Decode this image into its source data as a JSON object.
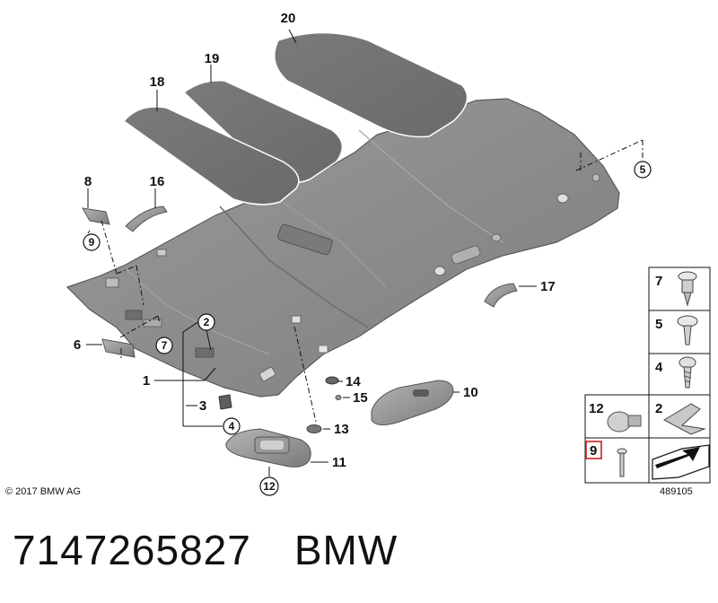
{
  "callouts": {
    "c20": "20",
    "c19": "19",
    "c18": "18",
    "c16": "16",
    "c8": "8",
    "c6": "6",
    "c1": "1",
    "c3": "3",
    "c14": "14",
    "c15": "15",
    "c13": "13",
    "c10": "10",
    "c11": "11",
    "c17": "17"
  },
  "circled": {
    "k9": "9",
    "k7": "7",
    "k2": "2",
    "k4": "4",
    "k12": "12",
    "k5": "5"
  },
  "legend": {
    "l7": "7",
    "l5": "5",
    "l4": "4",
    "l12": "12",
    "l2": "2",
    "l9": "9"
  },
  "legend_highlight_color": "#cc2222",
  "copyright": "© 2017 BMW AG",
  "drawing_number": "489105",
  "footer": {
    "part_number": "7147265827",
    "brand": "BMW"
  }
}
